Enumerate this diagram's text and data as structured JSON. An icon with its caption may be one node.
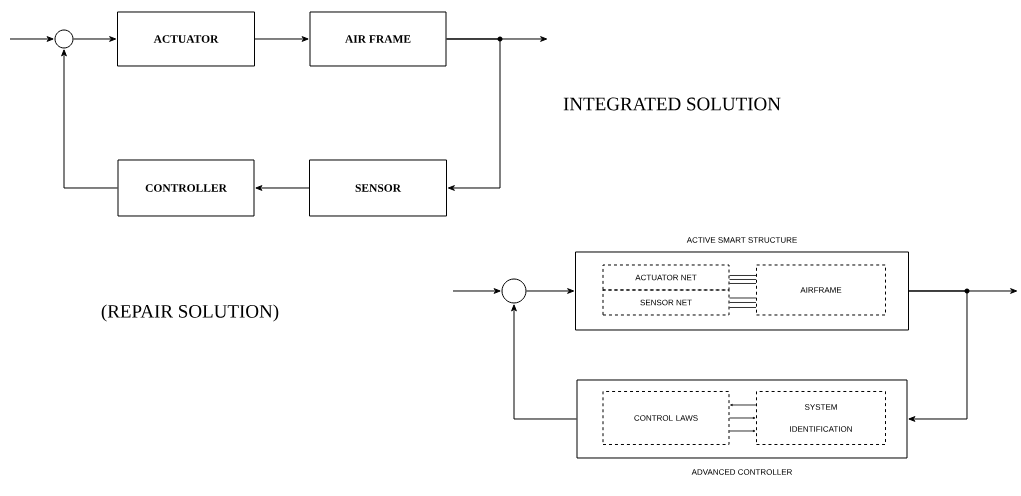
{
  "diagram": {
    "nodes": [
      {
        "text": [],
        "shape": "circle"
      },
      {
        "text": [
          "ACTUATOR"
        ]
      },
      {
        "text": [
          "AIR FRAME"
        ]
      },
      {
        "text": [
          "SENSOR"
        ]
      },
      {
        "text": [
          "CONTROLLER"
        ]
      },
      {
        "text": [
          "ACTIVE SMART STRUCTURE"
        ]
      },
      {
        "text": [
          "ACTUATOR NET"
        ],
        "in": 5
      },
      {
        "text": [
          "SENSOR NET"
        ],
        "in": 5
      },
      {
        "text": [
          "AIRFRAME"
        ],
        "in": 5
      },
      {
        "text": [
          "ADVANCED CONTROLLER"
        ]
      },
      {
        "text": [
          "CONTROL LAWS"
        ],
        "in": 9
      },
      {
        "text": [
          "SYSTEM IDENTIFICATION"
        ],
        "in": 9
      },
      {
        "text": [],
        "shape": "circle"
      }
    ],
    "edges": [
      {
        "from": null,
        "to": 0,
        "arrow": "to"
      },
      {
        "from": 0,
        "to": 1,
        "arrow": "to"
      },
      {
        "from": 1,
        "to": 2,
        "arrow": "to"
      },
      {
        "from": 2,
        "to": null,
        "arrow": "to"
      },
      {
        "from": 2,
        "to": 3,
        "arrow": "to"
      },
      {
        "from": 3,
        "to": 4,
        "arrow": "to"
      },
      {
        "from": 4,
        "to": 0,
        "arrow": "to"
      },
      {
        "from": null,
        "to": 12,
        "arrow": "to"
      },
      {
        "from": 12,
        "to": 5,
        "arrow": "to"
      },
      {
        "from": 5,
        "to": null,
        "arrow": "to"
      },
      {
        "from": 5,
        "to": 9,
        "arrow": "to"
      },
      {
        "from": 9,
        "to": 12,
        "arrow": "to"
      },
      {
        "from": 6,
        "to": 8,
        "arrow": "none"
      },
      {
        "from": 6,
        "to": 8,
        "arrow": "none"
      },
      {
        "from": 6,
        "to": 8,
        "arrow": "none"
      },
      {
        "from": 7,
        "to": 8,
        "arrow": "none"
      },
      {
        "from": 7,
        "to": 8,
        "arrow": "none"
      },
      {
        "from": 7,
        "to": 8,
        "arrow": "none"
      },
      {
        "from": 11,
        "to": 10,
        "arrow": "to"
      },
      {
        "from": 10,
        "to": 11,
        "arrow": "to"
      },
      {
        "from": 10,
        "to": 11,
        "arrow": "to"
      }
    ],
    "labels": [
      "INTEGRATED SOLUTION",
      "(REPAIR SOLUTION)"
    ]
  }
}
